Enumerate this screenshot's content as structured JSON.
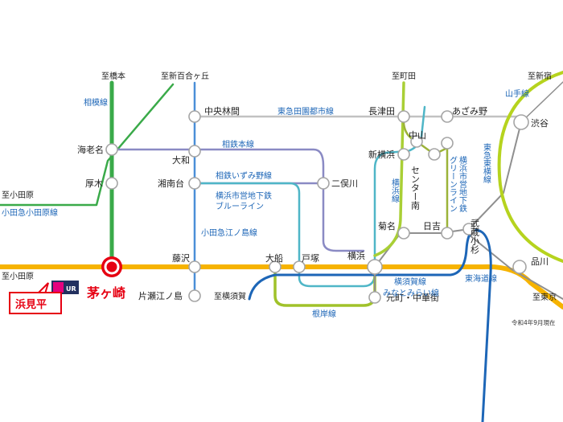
{
  "colors": {
    "tokaido": "#f6b300",
    "sagami": "#3aaa49",
    "odakyu": "#4a8fd8",
    "sotetsu": "#8a8ac4",
    "toyoko": "#a9cf35",
    "denen": "#c2c2c2",
    "yokosuka": "#1d66b7",
    "negishi": "#a0c22a",
    "blueline": "#4fb6c7",
    "greenline": "#9cb339",
    "yamanote": "#b6d31e",
    "shonan": "#8f8f8f",
    "station": "#a5a5a5",
    "highlight": "#e60012"
  },
  "map": {
    "icons": [
      "ur-logo",
      "highlight-station-marker",
      "callout-pointer"
    ],
    "highlight_station": "茅ヶ崎",
    "development": "浜見平",
    "stations": [
      {
        "id": "ebina",
        "label": "海老名"
      },
      {
        "id": "atsugi",
        "label": "厚木"
      },
      {
        "id": "chuo-rinkan",
        "label": "中央林間"
      },
      {
        "id": "yamato",
        "label": "大和"
      },
      {
        "id": "shonandai",
        "label": "湘南台"
      },
      {
        "id": "fujisawa",
        "label": "藤沢"
      },
      {
        "id": "katase-enoshima",
        "label": "片瀬江ノ島"
      },
      {
        "id": "futamatagawa",
        "label": "二俣川"
      },
      {
        "id": "ofuna",
        "label": "大船"
      },
      {
        "id": "totsuka",
        "label": "戸塚"
      },
      {
        "id": "yokohama",
        "label": "横浜"
      },
      {
        "id": "nagatsuta",
        "label": "長津田"
      },
      {
        "id": "azamino",
        "label": "あざみ野"
      },
      {
        "id": "shibuya",
        "label": "渋谷"
      },
      {
        "id": "nakayama",
        "label": "中山"
      },
      {
        "id": "shin-yokohama",
        "label": "新横浜"
      },
      {
        "id": "center-minami",
        "label": "センター南"
      },
      {
        "id": "kikuna",
        "label": "菊名"
      },
      {
        "id": "hiyoshi",
        "label": "日吉"
      },
      {
        "id": "musashi-kosugi",
        "label": "武蔵小杉"
      },
      {
        "id": "shinagawa",
        "label": "品川"
      },
      {
        "id": "motomachi",
        "label": "元町・中華街"
      }
    ],
    "line_labels": [
      {
        "id": "sagami-line",
        "text": "相模線"
      },
      {
        "id": "odakyu-line",
        "text": "小田急小田原線"
      },
      {
        "id": "denen-line",
        "text": "東急田園都市線"
      },
      {
        "id": "sotetsu-main",
        "text": "相鉄本線"
      },
      {
        "id": "sotetsu-izumino",
        "text": "相鉄いずみ野線"
      },
      {
        "id": "blueline-1",
        "text": "横浜市営地下鉄"
      },
      {
        "id": "blueline-2",
        "text": "ブルーライン"
      },
      {
        "id": "odakyu-enoshima",
        "text": "小田急江ノ島線"
      },
      {
        "id": "yokosuka-line",
        "text": "横須賀線"
      },
      {
        "id": "minatomirai-line",
        "text": "みなとみらい線"
      },
      {
        "id": "negishi-line",
        "text": "根岸線"
      },
      {
        "id": "tokaido-line",
        "text": "東海道線"
      },
      {
        "id": "yamanote-line",
        "text": "山手線"
      },
      {
        "id": "toyoko-line",
        "text": "東急東横線"
      },
      {
        "id": "yokohama-line",
        "text": "横浜線"
      },
      {
        "id": "greenline-1",
        "text": "横浜市営地下鉄"
      },
      {
        "id": "greenline-2",
        "text": "グリーンライン"
      }
    ],
    "destinations": [
      {
        "id": "to-hashimoto",
        "text": "至橋本"
      },
      {
        "id": "to-shinyurigaoka",
        "text": "至新百合ヶ丘"
      },
      {
        "id": "to-machida",
        "text": "至町田"
      },
      {
        "id": "to-shinjuku",
        "text": "至新宿"
      },
      {
        "id": "to-odawara-odakyu",
        "text": "至小田原"
      },
      {
        "id": "to-odawara-tokaido",
        "text": "至小田原"
      },
      {
        "id": "to-yokosuka",
        "text": "至横須賀"
      },
      {
        "id": "to-tokyo",
        "text": "至東京"
      }
    ],
    "note": "令和4年9月現在"
  }
}
